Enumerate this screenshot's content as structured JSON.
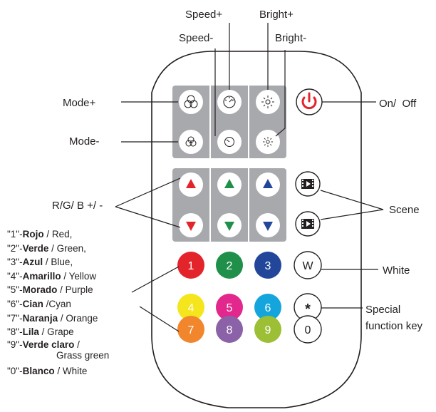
{
  "labels": {
    "speed_plus": "Speed+",
    "speed_minus": "Speed-",
    "bright_plus": "Bright+",
    "bright_minus": "Bright-",
    "mode_plus": "Mode+",
    "mode_minus": "Mode-",
    "on_off": "On/  Off",
    "rgb": "R/G/ B +/ -",
    "scene": "Scene",
    "white": "White",
    "special": "Special",
    "function_key": "function key"
  },
  "keys": {
    "k1": "1",
    "k2": "2",
    "k3": "3",
    "k4": "4",
    "k5": "5",
    "k6": "6",
    "k7": "7",
    "k8": "8",
    "k9": "9",
    "w": "W",
    "star": "*",
    "k0": "0"
  },
  "legend": [
    {
      "num": "\"1\"-",
      "es": "Rojo",
      "en": " / Red,"
    },
    {
      "num": "\"2\"-",
      "es": "Verde",
      "en": " / Green,"
    },
    {
      "num": "\"3\"-",
      "es": "Azul",
      "en": " / Blue,"
    },
    {
      "num": "\"4\"-",
      "es": "Amarillo",
      "en": " / Yellow"
    },
    {
      "num": "\"5\"-",
      "es": "Morado",
      "en": " / Purple"
    },
    {
      "num": "\"6\"-",
      "es": "Cian",
      "en": " /Cyan"
    },
    {
      "num": "\"7\"-",
      "es": "Naranja",
      "en": " / Orange"
    },
    {
      "num": "\"8\"-",
      "es": "Lila",
      "en": " / Grape"
    },
    {
      "num": "\"9\"-",
      "es": "Verde claro",
      "en": " /",
      "cont": "Grass green"
    },
    {
      "num": "\"0\"-",
      "es": "Blanco",
      "en": " / White"
    }
  ],
  "colors": {
    "k1": "#e3242b",
    "k2": "#1f8f4a",
    "k3": "#21469a",
    "k4": "#f4e51c",
    "k5": "#e2278d",
    "k6": "#14a5dc",
    "k7": "#f1862c",
    "k8": "#8b62a8",
    "k9": "#9cbf35",
    "power": "#e3242b",
    "panel": "#a7a9ac",
    "line": "#231f20"
  }
}
